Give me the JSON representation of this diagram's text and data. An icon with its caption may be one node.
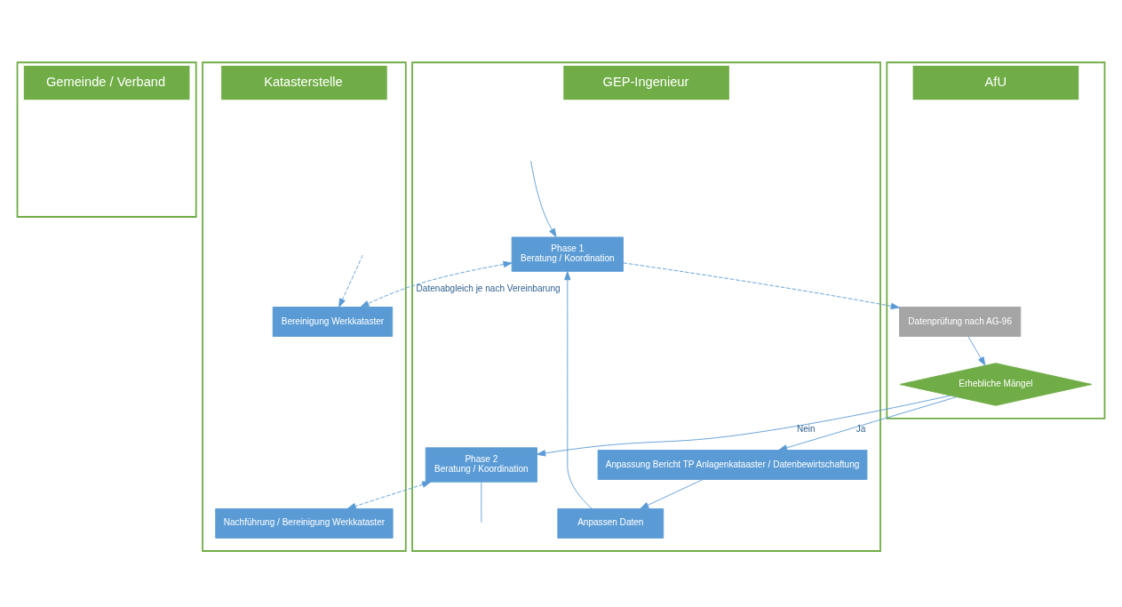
{
  "diagram": {
    "nodes": [
      {
        "text": [
          "Gemeinde / Verband"
        ]
      },
      {
        "text": [
          "GEP-Ingenieur"
        ]
      },
      {
        "text": [
          "AfU"
        ]
      },
      {
        "text": [
          "Katasterstelle"
        ]
      },
      {
        "text": [
          "Phase 1",
          "Beratung / Koordination"
        ],
        "in": 1
      },
      {
        "text": [
          "Bereinigung Werkkataster"
        ],
        "in": 3
      },
      {
        "text": [
          "Datenprüfung nach AG-96"
        ],
        "in": 2
      },
      {
        "text": [
          "Erhebliche Mängel"
        ],
        "in": 2
      },
      {
        "text": [
          "Anpassung Bericht TP Anlagenkataaster / Datenbewirtschaftung"
        ],
        "in": 1
      },
      {
        "text": [
          "Anpassen Daten"
        ],
        "in": 1
      },
      {
        "text": [
          "Phase 2",
          "Beratung / Koordination"
        ],
        "in": 1
      },
      {
        "text": [
          "Nachführung / Bereinigung Werkkataster"
        ],
        "in": 3
      }
    ],
    "edges": [
      {
        "from": null,
        "to": 4,
        "arrow": "to"
      },
      {
        "from": null,
        "to": 5,
        "arrow": "to",
        "style": "dashed"
      },
      {
        "from": 4,
        "to": 5,
        "arrow": "both",
        "style": "dashed",
        "label": "Datenabgleich je nach Vereinbarung"
      },
      {
        "from": 4,
        "to": 6,
        "arrow": "to",
        "style": "dashed"
      },
      {
        "from": 6,
        "to": 7,
        "arrow": "to"
      },
      {
        "from": 7,
        "to": 8,
        "arrow": "to",
        "label": "Ja"
      },
      {
        "from": 8,
        "to": 9,
        "arrow": "to"
      },
      {
        "from": 9,
        "to": 4,
        "arrow": "to"
      },
      {
        "from": 7,
        "to": 10,
        "arrow": "to",
        "label": "Nein"
      },
      {
        "from": 10,
        "to": 11,
        "arrow": "both",
        "style": "dashed"
      },
      {
        "from": 10,
        "to": null,
        "arrow": "none"
      }
    ]
  }
}
